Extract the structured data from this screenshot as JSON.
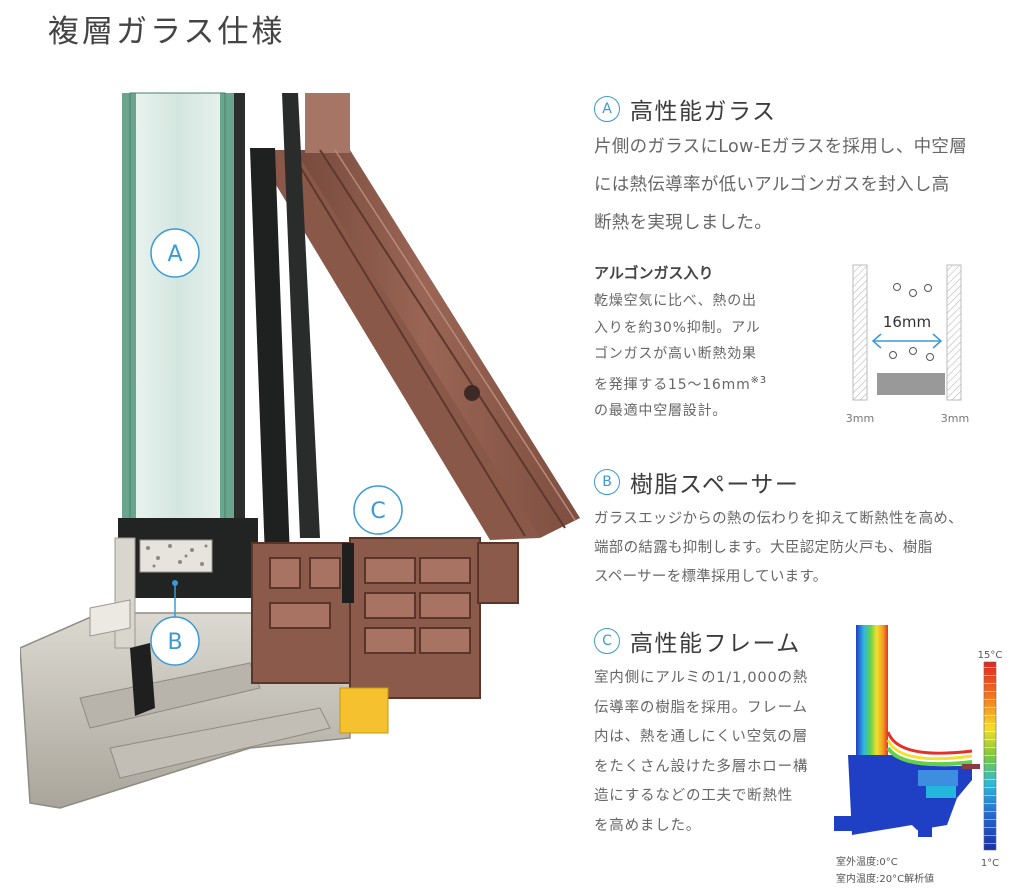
{
  "page": {
    "title": "複層ガラス仕様"
  },
  "diagram": {
    "callouts": [
      {
        "label": "A"
      },
      {
        "label": "B"
      },
      {
        "label": "C"
      }
    ]
  },
  "sections": {
    "a": {
      "badge": "A",
      "title": "高性能ガラス",
      "lines": [
        "片側のガラスにLow-Eガラスを採用し、中空層",
        "には熱伝導率が低いアルゴンガスを封入し高",
        "断熱を実現しました。"
      ],
      "sub": {
        "title": "アルゴンガス入り",
        "lines": [
          "乾燥空気に比べ、熱の出",
          "入りを約30%抑制。アル",
          "ゴンガスが高い断熱効果",
          "を発揮する15〜16mm",
          "の最適中空層設計。"
        ],
        "note": "※3"
      },
      "figure": {
        "gap_label": "16mm",
        "left_glass": "3mm",
        "right_glass": "3mm"
      }
    },
    "b": {
      "badge": "B",
      "title": "樹脂スペーサー",
      "lines": [
        "ガラスエッジからの熱の伝わりを抑えて断熱性を高め、",
        "端部の結露も抑制します。大臣認定防火戸も、樹脂",
        "スペーサーを標準採用しています。"
      ]
    },
    "c": {
      "badge": "C",
      "title": "高性能フレーム",
      "lines": [
        "室内側にアルミの1/1,000の熱",
        "伝導率の樹脂を採用。フレーム",
        "内は、熱を通しにくい空気の層",
        "をたくさん設けた多層ホロー構",
        "造にするなどの工夫で断熱性",
        "を高めました。"
      ],
      "figure": {
        "scale_max": "15°C",
        "scale_min": "1°C",
        "outdoor": "室外温度:0°C",
        "indoor": "室内温度:20°C解析値"
      }
    }
  },
  "colors": {
    "accent": "#3a9ad8",
    "wood": "#8b5a4b",
    "aluminum": "#c9c6bd",
    "glass": "#cfe3dc",
    "spacer_yellow": "#f5c12f"
  }
}
